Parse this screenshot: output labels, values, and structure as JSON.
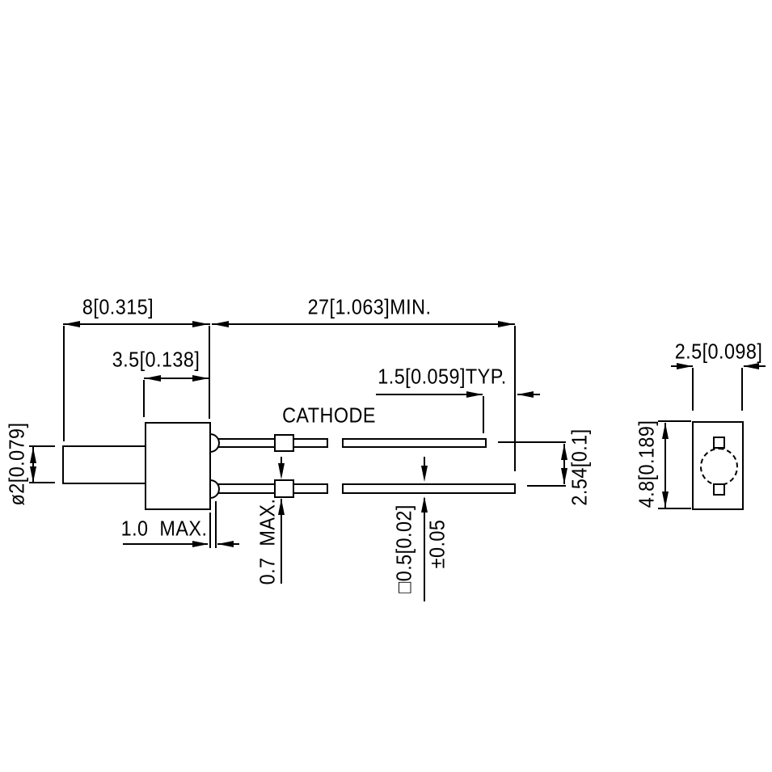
{
  "colors": {
    "line": "#000000",
    "background": "#ffffff"
  },
  "drawing": {
    "view_side": {
      "cathode_label": "CATHODE",
      "dims": {
        "body_length": "8[0.315]",
        "lead_length_min": "27[1.063]MIN.",
        "body_front_length": "3.5[0.138]",
        "lead_tip_offset_typ": "1.5[0.059]TYP.",
        "lens_diameter": "ø2[0.079]",
        "lead_pitch": "2.54[0.1]",
        "standoff_max": "1.0  MAX.",
        "crimp_max": "0.7  MAX.",
        "lead_square": "□0.5[0.02]",
        "lead_square_tol": "±0.05"
      }
    },
    "view_end": {
      "dims": {
        "body_width": "2.5[0.098]",
        "body_height": "4.8[0.189]"
      }
    }
  }
}
